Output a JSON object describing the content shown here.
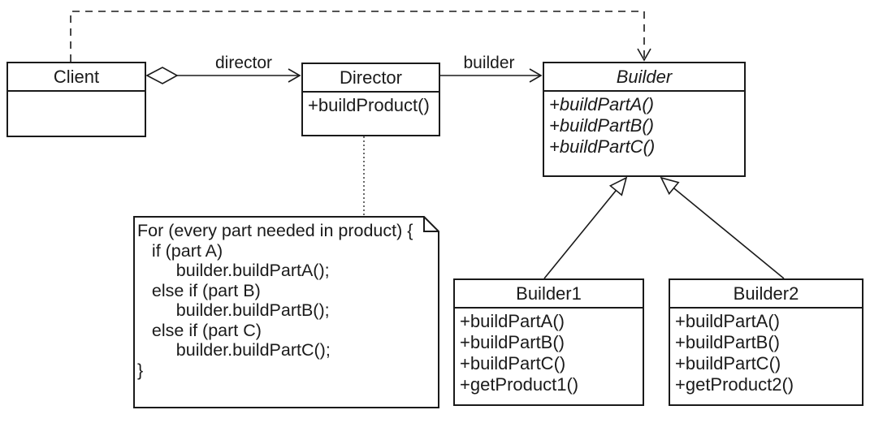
{
  "diagram": {
    "kind": "uml-class-diagram",
    "pattern": "Builder"
  },
  "classes": {
    "client": {
      "name": "Client",
      "abstract": false,
      "methods": []
    },
    "director": {
      "name": "Director",
      "abstract": false,
      "methods": [
        "+buildProduct()"
      ]
    },
    "builder": {
      "name": "Builder",
      "abstract": true,
      "methods": [
        "+buildPartA()",
        "+buildPartB()",
        "+buildPartC()"
      ]
    },
    "builder1": {
      "name": "Builder1",
      "abstract": false,
      "methods": [
        "+buildPartA()",
        "+buildPartB()",
        "+buildPartC()",
        "+getProduct1()"
      ]
    },
    "builder2": {
      "name": "Builder2",
      "abstract": false,
      "methods": [
        "+buildPartA()",
        "+buildPartB()",
        "+buildPartC()",
        "+getProduct2()"
      ]
    }
  },
  "edges": {
    "director_label": "director",
    "builder_label": "builder"
  },
  "note": {
    "lines": [
      "For (every part needed in product) {",
      "   if (part A)",
      "        builder.buildPartA();",
      "   else if (part B)",
      "        builder.buildPartB();",
      "   else if (part C)",
      "        builder.buildPartC();",
      "}"
    ]
  },
  "colors": {
    "line": "#1a1a1a",
    "fill": "#ffffff"
  }
}
